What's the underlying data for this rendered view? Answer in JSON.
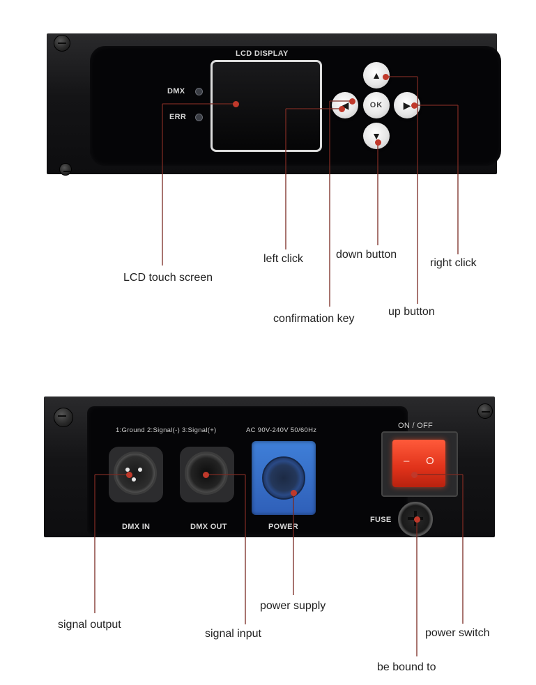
{
  "top_panel": {
    "title": "LCD DISPLAY",
    "indicators": [
      "DMX",
      "ERR"
    ],
    "buttons": {
      "up_glyph": "▲",
      "left_glyph": "◀",
      "ok_label": "OK",
      "right_glyph": "▶",
      "down_glyph": "▼"
    }
  },
  "top_labels": {
    "lcd_touch_screen": "LCD touch screen",
    "left_click": "left click",
    "down_button": "down button",
    "right_click": "right click",
    "confirmation_key": "confirmation key",
    "up_button": "up button"
  },
  "bottom_panel": {
    "pin_legend": "1:Ground  2:Signal(-)  3:Signal(+)",
    "voltage": "AC 90V-240V  50/60Hz",
    "switch_title": "ON / OFF",
    "switch_off_mark": "–",
    "switch_on_mark": "O",
    "dmx_in": "DMX IN",
    "dmx_out": "DMX OUT",
    "power": "POWER",
    "fuse": "FUSE"
  },
  "bottom_labels": {
    "signal_output": "signal output",
    "signal_input": "signal input",
    "power_supply": "power supply",
    "power_switch": "power switch",
    "be_bound_to": "be bound to"
  },
  "colors": {
    "leader": "#7a2a22",
    "dot": "#c0392b",
    "power_socket": "#3f7fd8",
    "switch_red": "#e0321a"
  }
}
